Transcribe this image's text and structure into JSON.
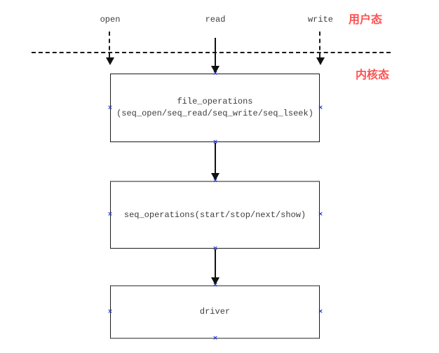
{
  "diagram": {
    "title_semantic": "seq_file kernel flow",
    "user_space_label": "用户态",
    "kernel_space_label": "内核态",
    "syscalls": {
      "open": "open",
      "read": "read",
      "write": "write"
    },
    "nodes": {
      "file_operations": {
        "title": "file_operations",
        "subtitle": "(seq_open/seq_read/seq_write/seq_lseek)"
      },
      "seq_operations": {
        "title": "seq_operations(start/stop/next/show)"
      },
      "driver": {
        "title": "driver"
      }
    }
  },
  "icons": {
    "connection_point": "×",
    "arrowhead": "▼"
  },
  "colors": {
    "mode_label_red": "#ff5151",
    "connection_point_blue": "#2233cc",
    "line_black": "#1a1a1a",
    "muted_border_gray": "#8f8f8f",
    "text_gray": "#3d3d3d",
    "background": "#ffffff"
  }
}
